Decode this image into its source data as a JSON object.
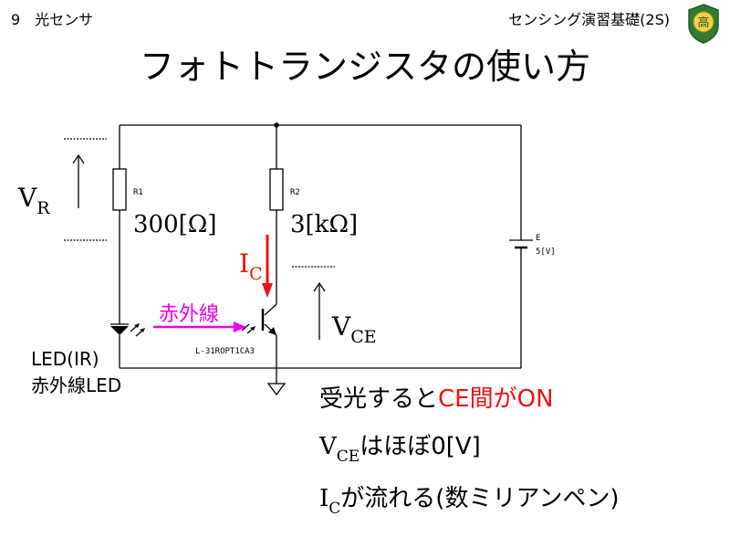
{
  "header": {
    "left": "9　光センサ",
    "right": "センシング演習基礎(2S)"
  },
  "logo": {
    "char": "高"
  },
  "title": "フォトトランジスタの使い方",
  "circuit": {
    "r1": {
      "ref": "R1",
      "value": "300[Ω]"
    },
    "r2": {
      "ref": "R2",
      "value": "3[kΩ]"
    },
    "battery": {
      "ref": "E",
      "value": "5[V]"
    },
    "phototransistor_part": "L-31ROPT1CA3",
    "vr": {
      "main": "V",
      "sub": "R"
    },
    "ic": {
      "main": "I",
      "sub": "C"
    },
    "vce": {
      "main": "V",
      "sub": "CE"
    },
    "ir_label": "赤外線",
    "led_label_1": "LED(IR)",
    "led_label_2": "赤外線LED",
    "colors": {
      "ic": "#ee1111",
      "ir": "#ee00ee",
      "wire": "#000000"
    }
  },
  "notes": {
    "line1_a": "受光すると",
    "line1_b": "CE間がON",
    "line2_main": "V",
    "line2_sub": "CE",
    "line2_rest": "はほぼ0[V]",
    "line3_main": "I",
    "line3_sub": "C",
    "line3_rest": "が流れる(数ミリアンペン)"
  }
}
